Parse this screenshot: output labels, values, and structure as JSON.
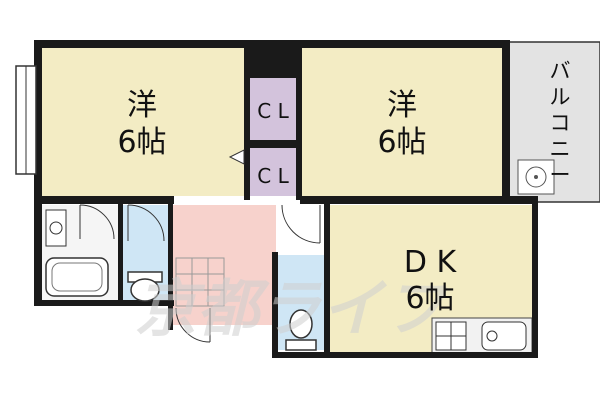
{
  "rooms": {
    "western_left": {
      "kind": "洋",
      "size": "6帖"
    },
    "western_right": {
      "kind": "洋",
      "size": "6帖"
    },
    "closet_top": "C L",
    "closet_bottom": "C L",
    "dk": {
      "kind": "D K",
      "size": "6帖"
    },
    "balcony": [
      "バ",
      "ル",
      "コ",
      "ニ",
      "ー"
    ]
  },
  "watermark": "京都ライフ",
  "colors": {
    "wall": "#1a1a1a",
    "tatami": "#f3ecc4",
    "closet": "#d3c3dc",
    "entrance": "#f7d2cc",
    "wet": "#cfe6f5",
    "balcony": "#e3e3e3",
    "kitchen": "#f2f2f2"
  }
}
